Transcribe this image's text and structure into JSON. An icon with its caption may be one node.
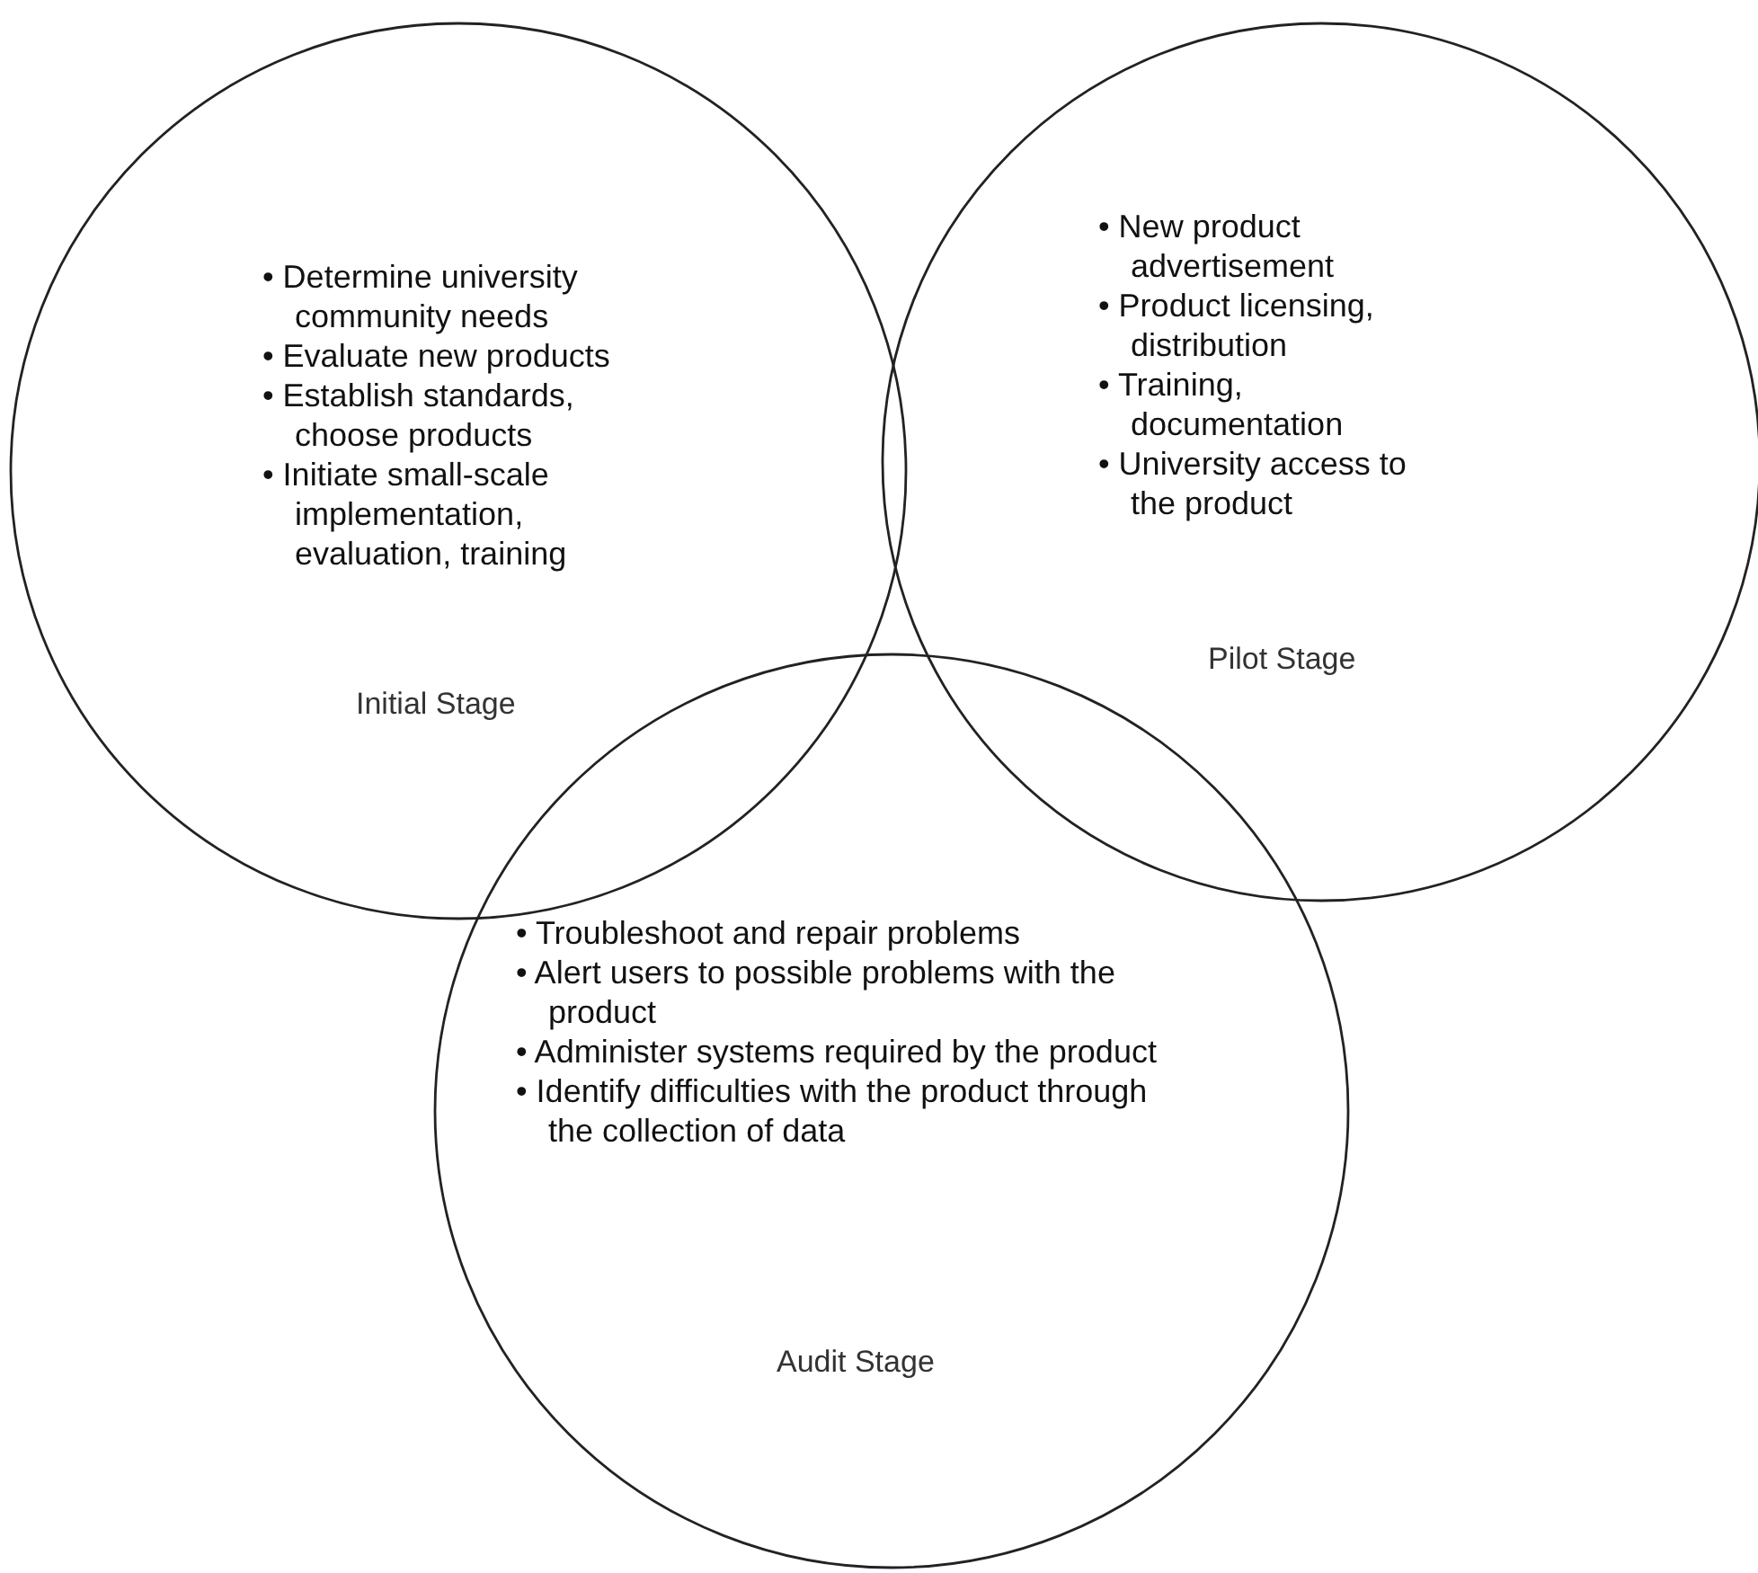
{
  "diagram": {
    "nodes": [
      {
        "text": [
          "• Determine university community needs",
          "• Evaluate new products",
          "• Establish standards, choose products",
          "• Initiate small-scale implementation, evaluation, training",
          "Initial Stage"
        ]
      },
      {
        "text": [
          "• New product advertisement",
          "• Product licensing, distribution",
          "• Training, documentation",
          "• University access to the product",
          "Pilot Stage"
        ]
      },
      {
        "text": [
          "• Troubleshoot and repair problems",
          "• Alert users to possible problems with the product",
          "• Administer systems required by the product",
          "• Identify difficulties with the product through the collection of data",
          "Audit Stage"
        ]
      }
    ]
  }
}
